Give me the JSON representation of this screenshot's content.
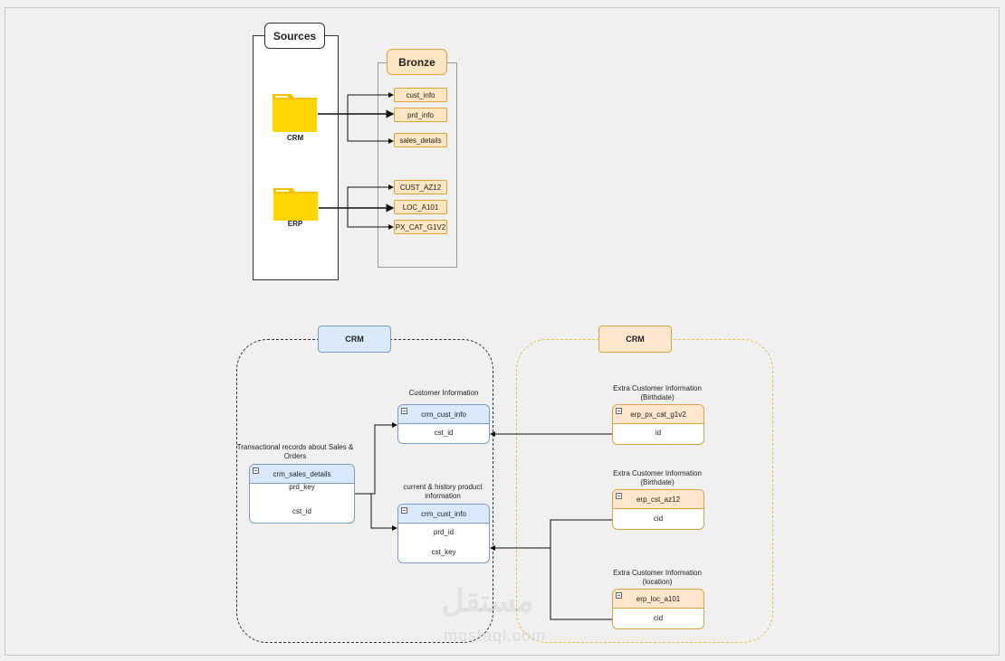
{
  "sources": {
    "title": "Sources",
    "folders": [
      {
        "label": "CRM"
      },
      {
        "label": "ERP"
      }
    ]
  },
  "bronze": {
    "title": "Bronze",
    "crm_items": [
      "cust_info",
      "prd_info",
      "sales_details"
    ],
    "erp_items": [
      "CUST_AZ12",
      "LOC_A101",
      "PX_CAT_G1V2"
    ]
  },
  "model": {
    "crm_group_title": "CRM",
    "erp_group_title": "CRM",
    "tables": {
      "crm_sales_details": {
        "caption": "Transactional records about Sales & Orders",
        "name": "crm_sales_details",
        "fields": [
          "prd_key",
          "cst_id"
        ]
      },
      "crm_cust_info_1": {
        "caption": "Customer Information",
        "name": "crm_cust_info",
        "fields": [
          "cst_id"
        ]
      },
      "crm_cust_info_2": {
        "caption": "current & history product information",
        "name": "crm_cust_info",
        "fields": [
          "prd_id",
          "cst_key"
        ]
      },
      "erp_px_cat": {
        "caption": "Extra Customer Information (Birthdate)",
        "name": "erp_px_cat_g1v2",
        "fields": [
          "id"
        ]
      },
      "erp_cst": {
        "caption": "Extra Customer Information (Birthdate)",
        "name": "erp_cst_az12",
        "fields": [
          "cid"
        ]
      },
      "erp_loc": {
        "caption": "Extra Customer Information (location)",
        "name": "erp_loc_a101",
        "fields": [
          "cid"
        ]
      }
    }
  },
  "watermark": {
    "logo": "مستقل",
    "domain": "mostaql.com"
  },
  "colors": {
    "bronze_fill": "#ffe6c2",
    "bronze_border": "#e3a03f",
    "blue_fill": "#dae8fc",
    "orange_fill": "#ffe6cc",
    "folder_yellow": "#ffcc00"
  },
  "icons": [
    "folder-icon",
    "minimize-icon",
    "arrow-icon"
  ]
}
